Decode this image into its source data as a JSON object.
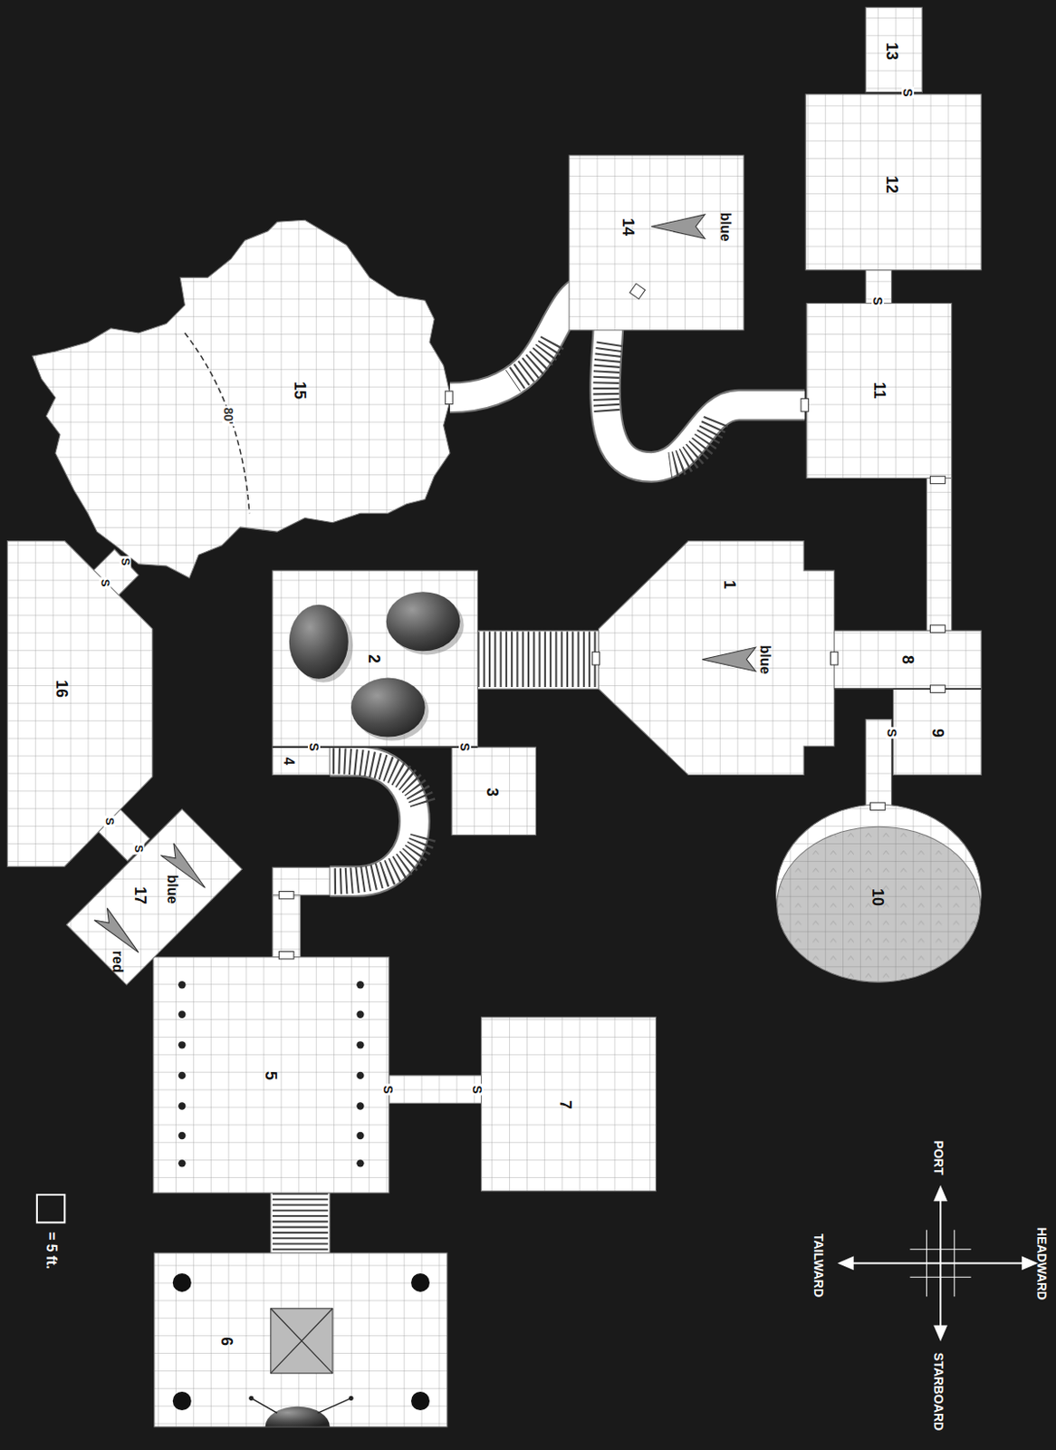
{
  "diagram": {
    "nodes": [
      {
        "text": [
          "1",
          "blue"
        ]
      },
      {
        "text": [
          "2"
        ]
      },
      {
        "text": [
          "3"
        ]
      },
      {
        "text": [
          "4"
        ]
      },
      {
        "text": [
          "5"
        ]
      },
      {
        "text": [
          "6"
        ]
      },
      {
        "text": [
          "7"
        ]
      },
      {
        "text": [
          "8"
        ]
      },
      {
        "text": [
          "9"
        ]
      },
      {
        "text": [
          "10"
        ]
      },
      {
        "text": [
          "11"
        ]
      },
      {
        "text": [
          "12"
        ]
      },
      {
        "text": [
          "13"
        ]
      },
      {
        "text": [
          "14",
          "blue"
        ]
      },
      {
        "text": [
          "15"
        ]
      },
      {
        "text": [
          "16"
        ]
      },
      {
        "text": [
          "17",
          "blue",
          "red"
        ]
      }
    ],
    "labels": [
      "S",
      "S",
      "S",
      "S",
      "S",
      "S",
      "S",
      "S",
      "S",
      "S",
      "S",
      "80'",
      "PORT",
      "STARBOARD",
      "HEADWARD",
      "TAILWARD"
    ],
    "legend": [
      {
        "text": "= 5 ft."
      }
    ]
  }
}
